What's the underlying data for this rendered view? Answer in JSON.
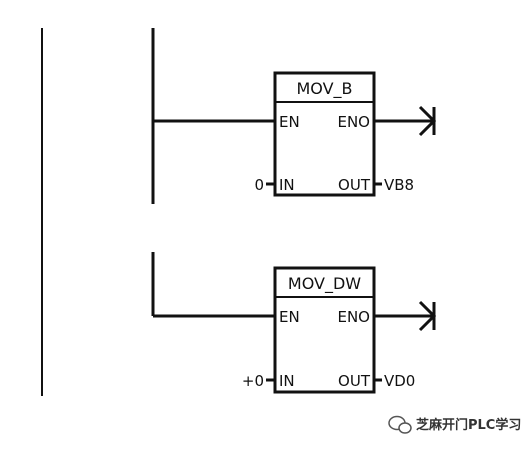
{
  "rungs": [
    {
      "instruction": "MOV_B",
      "pins": {
        "en": "EN",
        "eno": "ENO",
        "in": "IN",
        "out": "OUT"
      },
      "in_operand": "0",
      "out_operand": "VB8"
    },
    {
      "instruction": "MOV_DW",
      "pins": {
        "en": "EN",
        "eno": "ENO",
        "in": "IN",
        "out": "OUT"
      },
      "in_operand": "+0",
      "out_operand": "VD0"
    }
  ],
  "watermark": {
    "text": "芝麻开门PLC学习",
    "icon": "wechat-logo-icon"
  }
}
